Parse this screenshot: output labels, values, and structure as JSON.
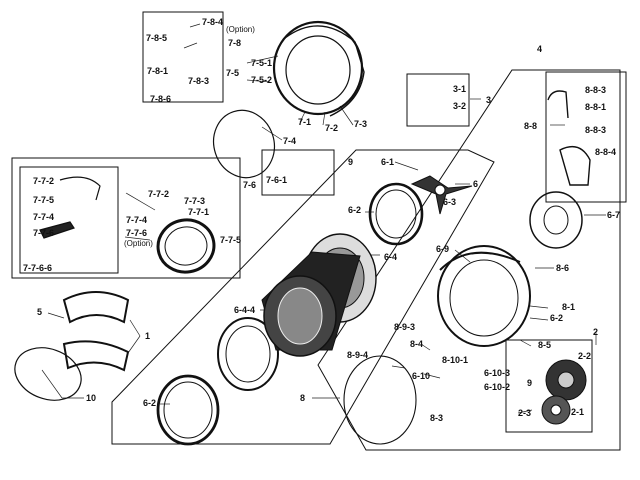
{
  "labels": {
    "p7_8_4": "7-8-4",
    "option_top": "(Option)",
    "p7_8_5": "7-8-5",
    "p7_8": "7-8",
    "p7_8_1": "7-8-1",
    "p7_8_3": "7-8-3",
    "p7_8_6": "7-8-6",
    "p7_5": "7-5",
    "p7_5_1": "7-5-1",
    "p7_5_2": "7-5-2",
    "p7_1": "7-1",
    "p7_2": "7-2",
    "p7_3": "7-3",
    "p7_4": "7-4",
    "p7_6": "7-6",
    "p7_6_1": "7-6-1",
    "p9_top": "9",
    "p4": "4",
    "p3_1": "3-1",
    "p3_2": "3-2",
    "p3": "3",
    "p8_8_3a": "8-8-3",
    "p8_8_1": "8-8-1",
    "p8_8": "8-8",
    "p8_8_3b": "8-8-3",
    "p8_8_4": "8-8-4",
    "p6_1": "6-1",
    "p6": "6",
    "p6_3": "6-3",
    "p6_2_top": "6-2",
    "p6_4": "6-4",
    "p6_4_4": "6-4-4",
    "p6_7": "6-7",
    "p6_9": "6-9",
    "p8_6": "8-6",
    "p8_1": "8-1",
    "p6_2_right": "6-2",
    "p7_7_2a": "7-7-2",
    "p7_7_5a": "7-7-5",
    "p7_7_4a": "7-7-4",
    "p7_7_6a": "7-7-6",
    "p7_7_2b": "7-7-2",
    "p7_7_3": "7-7-3",
    "p7_7_1": "7-7-1",
    "p7_7_4b": "7-7-4",
    "p7_7_6b": "7-7-6",
    "option_mid": "(Option)",
    "p7_7_5b": "7-7-5",
    "p7_7_6_6": "7-7-6-6",
    "p5": "5",
    "p1": "1",
    "p10": "10",
    "p6_2_bottom": "6-2",
    "p8": "8",
    "p8_9_3": "8-9-3",
    "p8_9_4": "8-9-4",
    "p8_4": "8-4",
    "p8_5": "8-5",
    "p8_10_1": "8-10-1",
    "p6_10": "6-10",
    "p6_10_3": "6-10-3",
    "p6_10_2": "6-10-2",
    "p8_3": "8-3",
    "p9_bottom": "9",
    "p2": "2",
    "p2_2": "2-2",
    "p2_3": "2-3",
    "p2_1": "2-1"
  }
}
